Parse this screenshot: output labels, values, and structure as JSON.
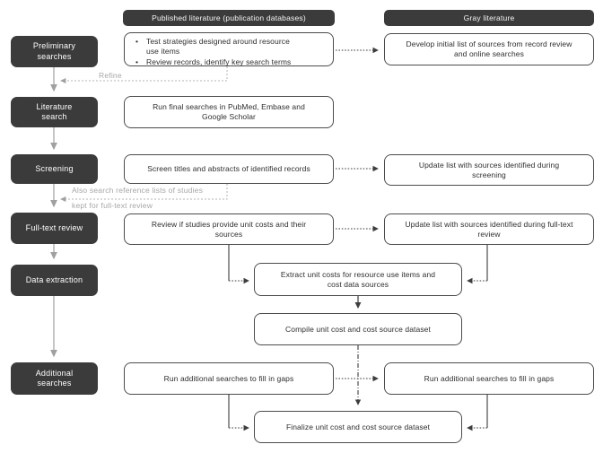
{
  "headers": {
    "published": "Published literature (publication databases)",
    "gray": "Gray literature"
  },
  "stages": [
    {
      "label": "Preliminary searches"
    },
    {
      "label": "Literature search"
    },
    {
      "label": "Screening"
    },
    {
      "label": "Full-text review"
    },
    {
      "label": "Data extraction"
    },
    {
      "label": "Additional searches"
    }
  ],
  "published_column": {
    "preliminary_bullets": [
      "Test strategies designed around resource use items",
      "Review records, identify key search terms"
    ],
    "literature_search": "Run final searches in PubMed, Embase and Google Scholar",
    "screening": "Screen titles and abstracts of identified records",
    "fulltext": "Review if studies provide unit costs and their sources",
    "additional": "Run additional searches to fill in gaps"
  },
  "gray_column": {
    "preliminary": "Develop initial list of sources from record review and online searches",
    "screening": "Update list with sources identified during screening",
    "fulltext": "Update list with sources identified during full-text review",
    "additional": "Run additional searches to fill in gaps"
  },
  "center": {
    "extract": "Extract unit costs for resource use items and cost data sources",
    "compile": "Compile unit cost and cost source dataset",
    "finalize": "Finalize unit cost and cost source dataset"
  },
  "annotations": {
    "refine": "Refine",
    "also_search_line1": "Also search reference lists of studies",
    "also_search_line2": "kept for full-text review"
  },
  "colors": {
    "dark_box": "#3b3b3b",
    "box_border": "#4c4c4c",
    "gray_connector": "#a6a6a6",
    "dark_connector": "#3d3d3d"
  }
}
